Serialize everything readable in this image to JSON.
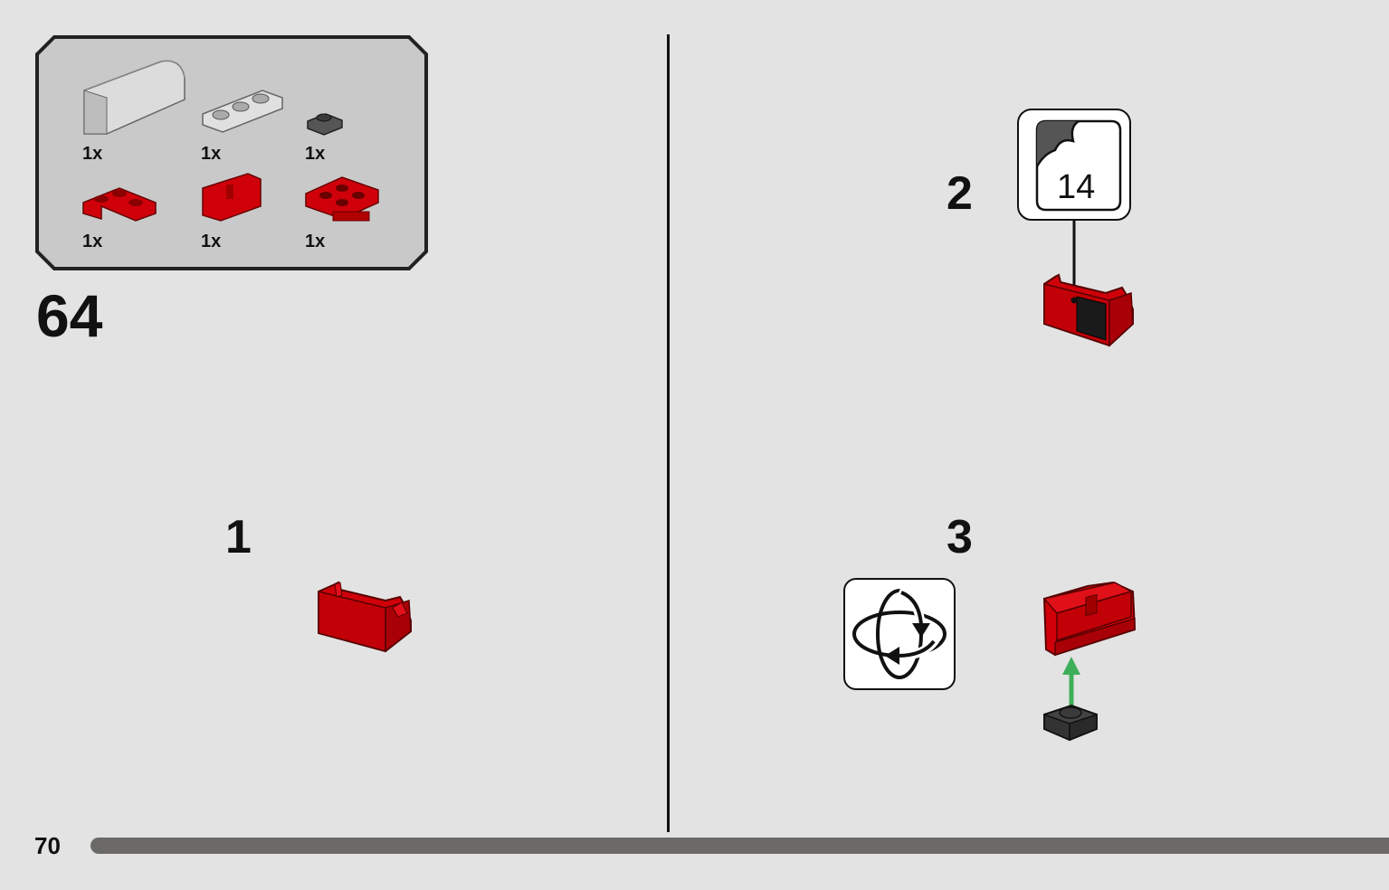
{
  "parts": [
    {
      "qty": "1x",
      "name": "light-gray-curved-slope"
    },
    {
      "qty": "1x",
      "name": "light-gray-plate-1x3"
    },
    {
      "qty": "1x",
      "name": "dark-gray-plate-1x1"
    },
    {
      "qty": "1x",
      "name": "red-corner-plate"
    },
    {
      "qty": "1x",
      "name": "red-bracket"
    },
    {
      "qty": "1x",
      "name": "red-plate-2x2-with-clips"
    }
  ],
  "step_number": "64",
  "substeps": [
    "1",
    "2",
    "3"
  ],
  "sticker_number": "14",
  "page_number": "70",
  "colors": {
    "background": "#e3e3e3",
    "brick_red": "#d0000a",
    "arrow_green": "#3fae5a",
    "progress_bar": "#6b6a66"
  },
  "icons": {
    "rotate": "rotate-model-icon",
    "sticker": "sticker-icon",
    "arrow": "green-up-arrow"
  }
}
